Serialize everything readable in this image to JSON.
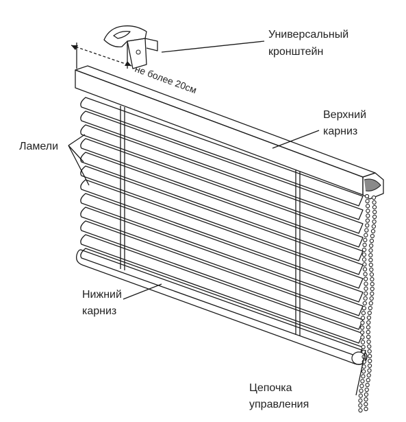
{
  "labels": {
    "bracket": [
      "Универсальный",
      "кронштейн"
    ],
    "distance": "не более 20см",
    "top_rail": [
      "Верхний",
      "карниз"
    ],
    "slats": "Ламели",
    "bottom_rail": [
      "Нижний",
      "карниз"
    ],
    "chain": [
      "Цепочка",
      "управления"
    ]
  },
  "colors": {
    "line": "#1a1a1a",
    "text": "#222222",
    "shade_dark": "#3a3a3a",
    "shade_light": "#ffffff"
  },
  "slat_count": 12
}
